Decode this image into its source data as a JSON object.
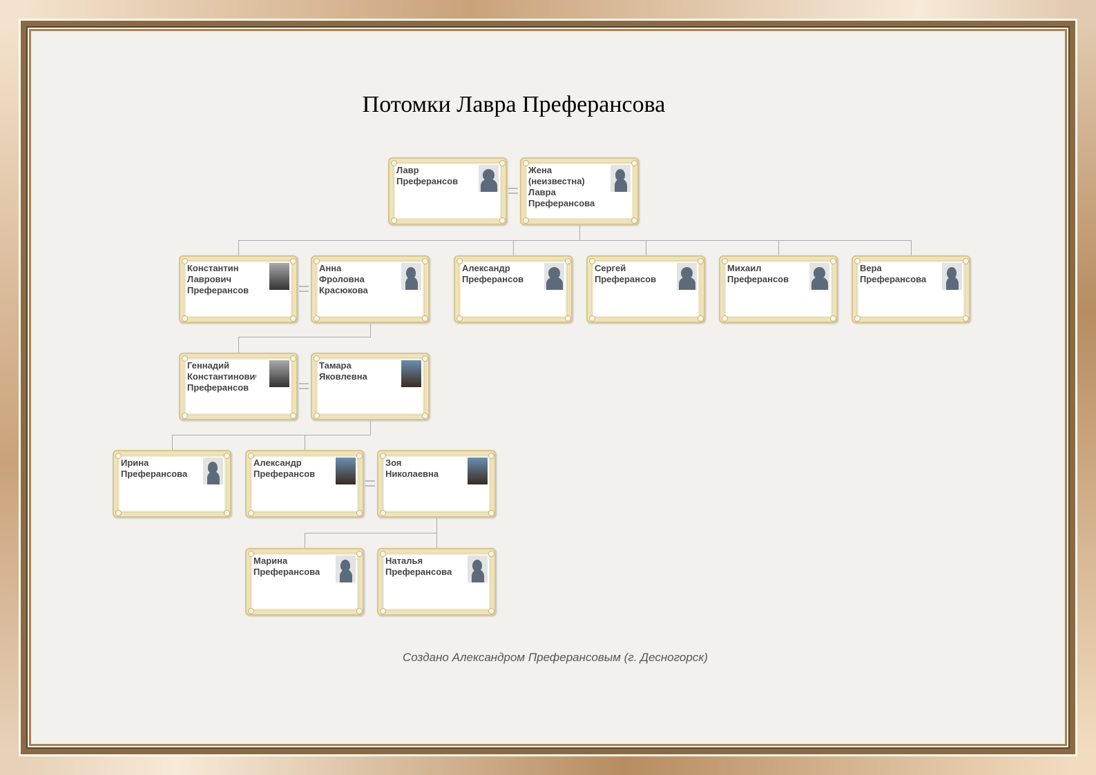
{
  "title": "Потомки Лавра Преферансова",
  "footer": "Создано Александром Преферансовым (г. Десногорск)",
  "people": [
    {
      "name": "Лавр\nПреферансов",
      "photo": "male-silhouette"
    },
    {
      "name": "Жена\n(неизвестна)\nЛавра\nПреферансова",
      "photo": "female-silhouette"
    },
    {
      "name": "Константин\nЛаврович\nПреферансов",
      "photo": "photo-bw"
    },
    {
      "name": "Анна\nФроловна\nКрасюкова",
      "photo": "female-silhouette"
    },
    {
      "name": "Александр\nПреферансов",
      "photo": "male-silhouette"
    },
    {
      "name": "Сергей\nПреферансов",
      "photo": "male-silhouette"
    },
    {
      "name": "Михаил\nПреферансов",
      "photo": "male-silhouette"
    },
    {
      "name": "Вера\nПреферансова",
      "photo": "female-silhouette"
    },
    {
      "name": "Геннадий\nКонстантинович\nПреферансов",
      "photo": "photo-bw"
    },
    {
      "name": "Тамара\nЯковлевна",
      "photo": "photo-color"
    },
    {
      "name": "Ирина\nПреферансова",
      "photo": "female-silhouette"
    },
    {
      "name": "Александр\nПреферансов",
      "photo": "photo-color"
    },
    {
      "name": "Зоя\nНиколаевна",
      "photo": "photo-color"
    },
    {
      "name": "Марина\nПреферансова",
      "photo": "female-silhouette"
    },
    {
      "name": "Наталья\nПреферансова",
      "photo": "female-silhouette"
    }
  ]
}
